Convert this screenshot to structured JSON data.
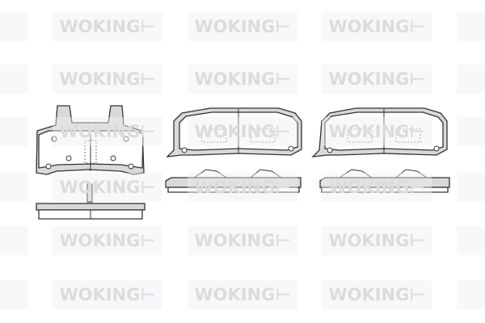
{
  "watermark": {
    "text": "WOKING",
    "color": "#dcdcdc",
    "tile_color": "#f4f4f4"
  },
  "product": {
    "type": "brake pad set",
    "views": [
      "front-pad-with-clips",
      "pad-1",
      "pad-2"
    ]
  }
}
